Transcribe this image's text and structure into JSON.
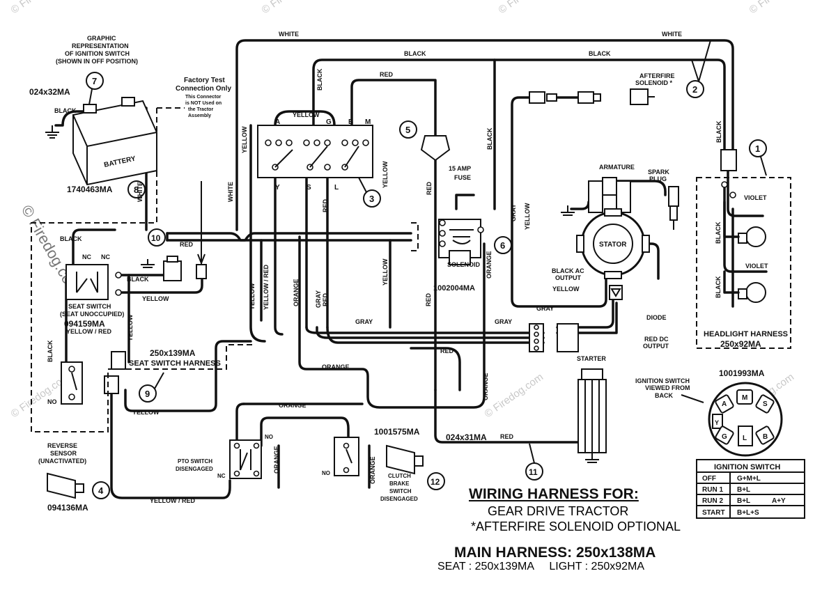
{
  "watermark": "© Firedog.com",
  "labels": {
    "graphic_rep": [
      "GRAPHIC",
      "REPRESENTATION",
      "OF IGNITION SWITCH",
      "(SHOWN IN OFF POSITION)"
    ],
    "factory_test": [
      "Factory Test",
      "Connection Only"
    ],
    "factory_test_note": [
      "This Connector",
      "is NOT Used on",
      "the Tractor",
      "Assembly"
    ],
    "battery_part_top": "024x32MA",
    "battery_text": "BATTERY",
    "battery_part": "1740463MA",
    "afterfire": [
      "AFTERFIRE",
      "SOLENOID *"
    ],
    "fuse": [
      "15 AMP",
      "FUSE"
    ],
    "armature": "ARMATURE",
    "spark_plug": [
      "SPARK",
      "PLUG"
    ],
    "stator": "STATOR",
    "solenoid": "SOLENOID",
    "solenoid_part": "1002004MA",
    "black_ac_output": [
      "BLACK AC",
      "OUTPUT"
    ],
    "diode": "DIODE",
    "red_dc_output": [
      "RED DC",
      "OUTPUT"
    ],
    "seat_switch": [
      "SEAT SWITCH",
      "(SEAT UNOCCUPIED)"
    ],
    "seat_switch_part": "094159MA",
    "seat_harness_part": "250x139MA",
    "seat_harness": "SEAT SWITCH HARNESS",
    "reverse_sensor": [
      "REVERSE",
      "SENSOR",
      "(UNACTIVATED)"
    ],
    "reverse_part": "094136MA",
    "pto_switch": [
      "PTO SWITCH",
      "DISENGAGED"
    ],
    "clutch_part": "1001575MA",
    "clutch": [
      "CLUTCH",
      "BRAKE",
      "SWITCH",
      "DISENGAGED"
    ],
    "starter": "STARTER",
    "starter_cable": "024x31MA",
    "headlight_harness": "HEADLIGHT HARNESS",
    "headlight_part": "250x92MA",
    "ign_part": "1001993MA",
    "ign_viewed": [
      "IGNITION SWITCH",
      "VIEWED FROM",
      "BACK"
    ],
    "nc": "NC",
    "no": "NO",
    "switch_terms": {
      "a": "A",
      "g": "G",
      "b": "B",
      "m": "M",
      "y": "Y",
      "s": "S",
      "l": "L"
    }
  },
  "wire_colors": {
    "white": "WHITE",
    "black": "BLACK",
    "red": "RED",
    "yellow": "YELLOW",
    "gray": "GRAY",
    "orange": "ORANGE",
    "violet": "VIOLET",
    "yellow_red": "YELLOW / RED"
  },
  "callouts": [
    "1",
    "2",
    "3",
    "4",
    "5",
    "6",
    "7",
    "8",
    "9",
    "10",
    "11",
    "12"
  ],
  "title": {
    "line1": "WIRING HARNESS FOR:",
    "line2": "GEAR DRIVE TRACTOR",
    "line3": "*AFTERFIRE SOLENOID OPTIONAL",
    "main": "MAIN HARNESS: 250x138MA",
    "sub": "SEAT : 250x139MA     LIGHT : 250x92MA"
  },
  "ign_table": {
    "header": "IGNITION SWITCH",
    "rows": [
      {
        "pos": "OFF",
        "conn": "G+M+L",
        "extra": ""
      },
      {
        "pos": "RUN 1",
        "conn": "B+L",
        "extra": ""
      },
      {
        "pos": "RUN 2",
        "conn": "B+L",
        "extra": "A+Y"
      },
      {
        "pos": "START",
        "conn": "B+L+S",
        "extra": ""
      }
    ]
  }
}
